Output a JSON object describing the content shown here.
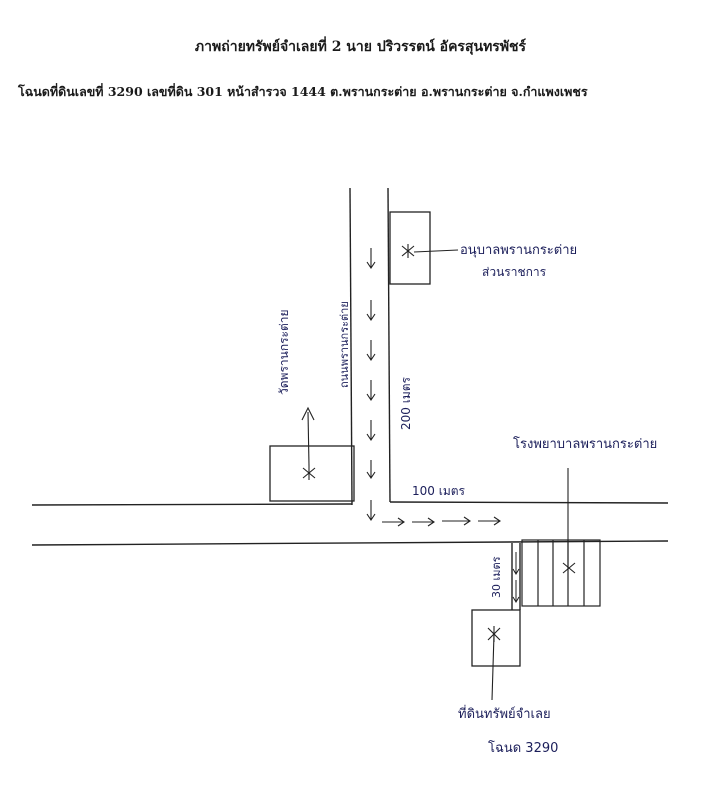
{
  "header": {
    "title": "ภาพถ่ายทรัพย์จำเลยที่ 2 นาย ปริวรรตน์ อัครสุนทรพัชร์",
    "subtitle": "โฉนดที่ดินเลขที่ 3290 เลขที่ดิน 301 หน้าสำรวจ 1444 ต.พรานกระต่าย อ.พรานกระต่าย จ.กำแพงเพชร"
  },
  "map": {
    "ink_color": "#1b1e5a",
    "line_color": "#222222",
    "labels": {
      "school": "อนุบาลพรานกระต่าย",
      "school_line2": "ส่วนราชการ",
      "temple": "วัดพรานกระต่าย",
      "vertical_road": "ถนนพรานกระต่าย",
      "distance_200": "200 เมตร",
      "distance_100": "100 เมตร",
      "hospital": "โรงพยาบาลพรานกระต่าย",
      "distance_30": "30 เมตร",
      "property": "ที่ดินทรัพย์จำเลย",
      "deed": "โฉนด 3290"
    }
  }
}
